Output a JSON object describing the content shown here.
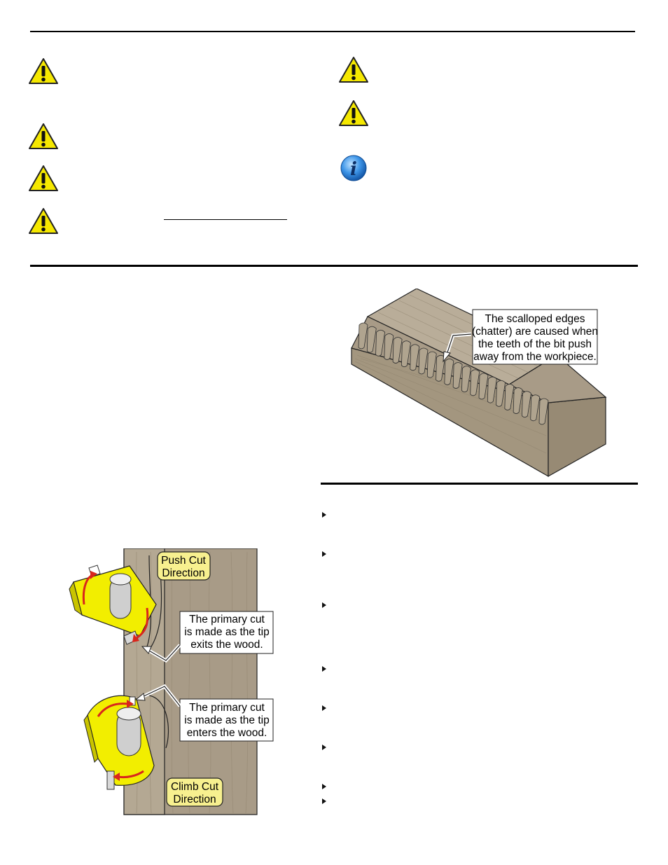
{
  "warnings_left": [
    {
      "icon": "warning-icon"
    },
    {
      "icon": "warning-icon"
    },
    {
      "icon": "warning-icon"
    },
    {
      "icon": "warning-icon"
    }
  ],
  "warnings_right": [
    {
      "icon": "warning-icon"
    },
    {
      "icon": "warning-icon"
    }
  ],
  "note_icon": "info-icon",
  "colors": {
    "warning_yellow": "#f5e800",
    "info_blue": "#2a7fd6",
    "wood": "#a79a86",
    "router_yellow": "#f2ee00",
    "arrow_red": "#d9261c",
    "tag_fill": "#f7f08f"
  },
  "chatter_figure": {
    "callout": [
      "The scalloped edges",
      "(chatter) are caused when",
      "the teeth of the bit push",
      "away from the workpiece."
    ]
  },
  "cut_figure": {
    "push_tag": [
      "Push Cut",
      "Direction"
    ],
    "push_callout": [
      "The primary cut",
      "is made as the tip",
      "exits the wood."
    ],
    "climb_callout": [
      "The primary cut",
      "is made as the tip",
      "enters the wood."
    ],
    "climb_tag": [
      "Climb Cut",
      "Direction"
    ]
  },
  "bullets": [
    {
      "icon": "bullet-arrow-icon"
    },
    {
      "icon": "bullet-arrow-icon"
    },
    {
      "icon": "bullet-arrow-icon"
    },
    {
      "icon": "bullet-arrow-icon"
    },
    {
      "icon": "bullet-arrow-icon"
    },
    {
      "icon": "bullet-arrow-icon"
    },
    {
      "icon": "bullet-arrow-icon"
    },
    {
      "icon": "bullet-arrow-icon"
    }
  ]
}
